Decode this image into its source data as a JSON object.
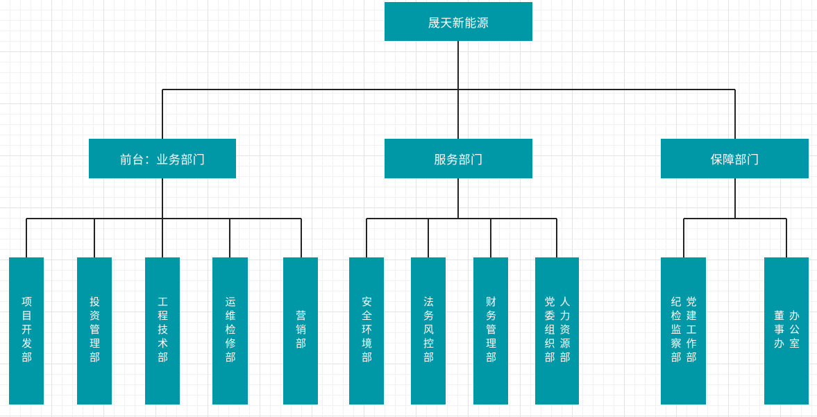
{
  "diagram": {
    "root": {
      "label": "晟天新能源"
    },
    "groups": [
      {
        "label": "前台：业务部门",
        "departments": [
          {
            "lines": [
              "项目开发部"
            ]
          },
          {
            "lines": [
              "投资管理部"
            ]
          },
          {
            "lines": [
              "工程技术部"
            ]
          },
          {
            "lines": [
              "运维检修部"
            ]
          },
          {
            "lines": [
              "营销部"
            ]
          }
        ]
      },
      {
        "label": "服务部门",
        "departments": [
          {
            "lines": [
              "安全环境部"
            ]
          },
          {
            "lines": [
              "法务风控部"
            ]
          },
          {
            "lines": [
              "财务管理部"
            ]
          },
          {
            "lines": [
              "党委组织部",
              "人力资源部"
            ]
          }
        ]
      },
      {
        "label": "保障部门",
        "departments": [
          {
            "lines": [
              "纪检监察部",
              "党建工作部"
            ]
          },
          {
            "lines": [
              "董事办",
              "办公室"
            ]
          }
        ]
      }
    ]
  },
  "colors": {
    "box_fill": "#0097a7",
    "box_text": "#ffffff",
    "connector": "#222222"
  }
}
